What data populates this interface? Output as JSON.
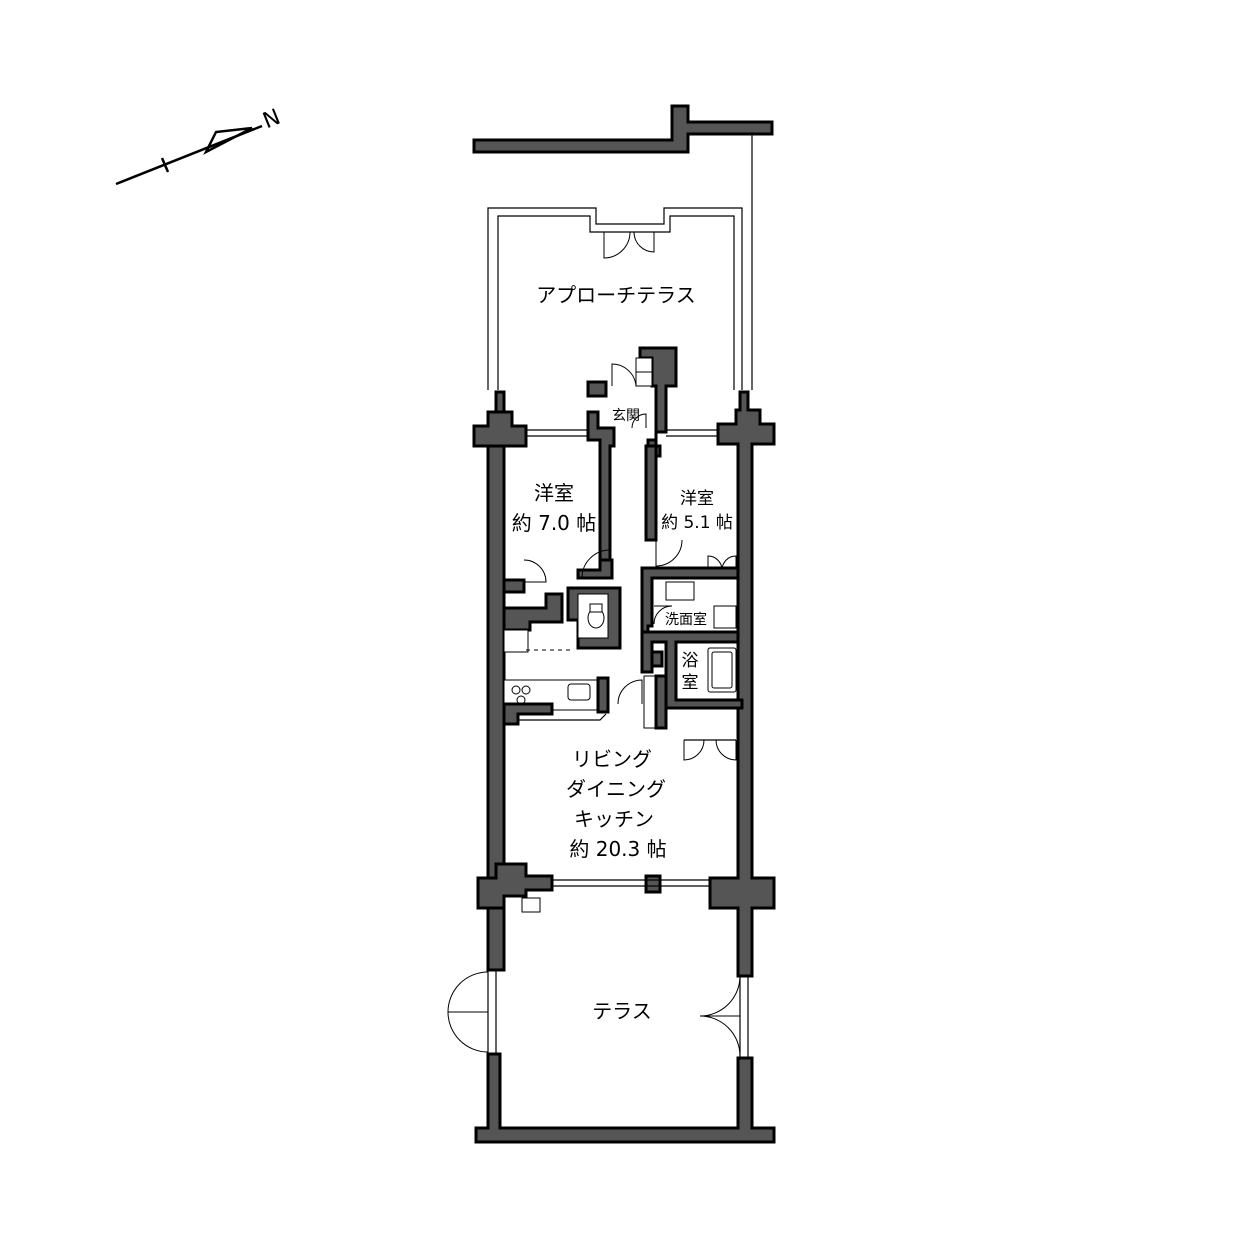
{
  "compass": {
    "north_label": "N"
  },
  "rooms": {
    "approach_terrace": "アプローチテラス",
    "entrance": "玄関",
    "western_room_1": {
      "name": "洋室",
      "area": "約 7.0 帖"
    },
    "western_room_2": {
      "name": "洋室",
      "area": "約 5.1 帖"
    },
    "washroom": "洗面室",
    "bathroom": {
      "line1": "浴",
      "line2": "室"
    },
    "ldk": {
      "line1": "リビング",
      "line2": "ダイニング",
      "line3": "キッチン",
      "area": "約 20.3 帖"
    },
    "terrace": "テラス"
  }
}
